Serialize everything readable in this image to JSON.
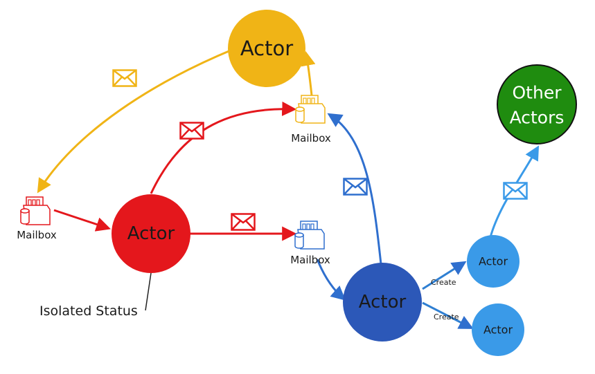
{
  "colors": {
    "gold": "#f0b416",
    "red": "#e4171c",
    "darkblue": "#2c58b8",
    "midblue": "#2f7fd2",
    "lightblue": "#3a9ae8",
    "green": "#1f8c0f",
    "text_dark": "#1a1a1a",
    "white": "#ffffff"
  },
  "actors": {
    "gold": "Actor",
    "red": "Actor",
    "blue_main": "Actor",
    "child_top": "Actor",
    "child_bottom": "Actor",
    "other_line1": "Other",
    "other_line2": "Actors"
  },
  "mailboxes": {
    "gold": "Mailbox",
    "red": "Mailbox",
    "blue": "Mailbox"
  },
  "edges": {
    "create_top": "Create",
    "create_bottom": "Create"
  },
  "annotations": {
    "isolated_status": "Isolated Status"
  },
  "icons": [
    "envelope-icon",
    "mailbox-icon"
  ]
}
